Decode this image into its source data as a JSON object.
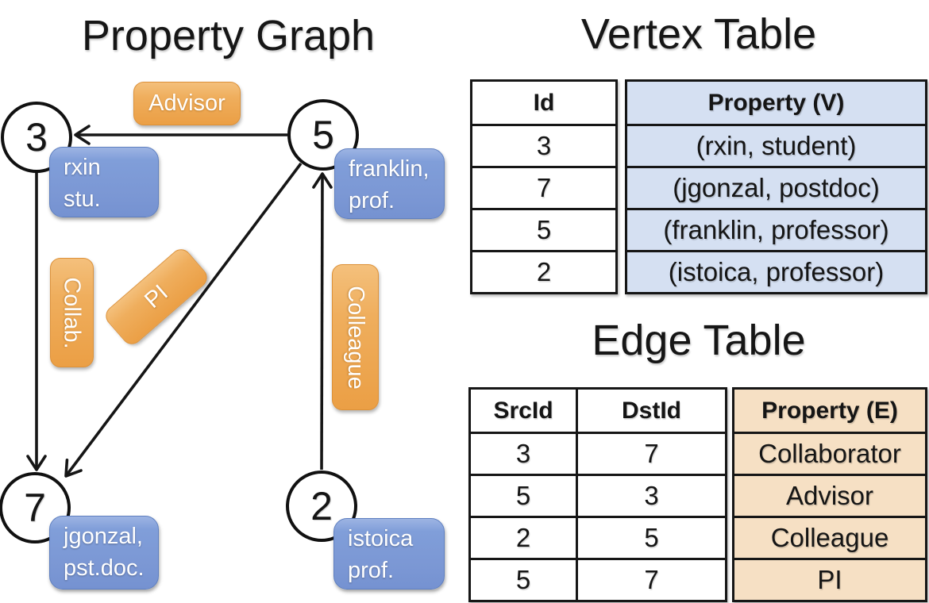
{
  "graph": {
    "title": "Property Graph",
    "nodes": {
      "node3": {
        "id": "3",
        "props": [
          "rxin",
          "stu."
        ]
      },
      "node5": {
        "id": "5",
        "props": [
          "franklin,",
          "prof."
        ]
      },
      "node7": {
        "id": "7",
        "props": [
          "jgonzal,",
          "pst.doc."
        ]
      },
      "node2": {
        "id": "2",
        "props": [
          "istoica",
          "prof."
        ]
      }
    },
    "edge_labels": {
      "advisor": "Advisor",
      "collab": "Collab.",
      "pi": "PI",
      "colleague": "Colleague"
    }
  },
  "vertex_table": {
    "title": "Vertex Table",
    "columns": [
      "Id",
      "Property (V)"
    ],
    "rows": [
      {
        "id": "3",
        "property": "(rxin, student)"
      },
      {
        "id": "7",
        "property": "(jgonzal, postdoc)"
      },
      {
        "id": "5",
        "property": "(franklin, professor)"
      },
      {
        "id": "2",
        "property": "(istoica, professor)"
      }
    ]
  },
  "edge_table": {
    "title": "Edge Table",
    "columns": [
      "SrcId",
      "DstId",
      "Property (E)"
    ],
    "rows": [
      {
        "src": "3",
        "dst": "7",
        "property": "Collaborator"
      },
      {
        "src": "5",
        "dst": "3",
        "property": "Advisor"
      },
      {
        "src": "2",
        "dst": "5",
        "property": "Colleague"
      },
      {
        "src": "5",
        "dst": "7",
        "property": "PI"
      }
    ]
  },
  "colors": {
    "edge_accent": "#eca14a",
    "vertex_accent": "#7e9bd4",
    "vertex_cell_bg": "#d5e0f2",
    "edge_cell_bg": "#f6e0c4",
    "line": "#161616"
  }
}
